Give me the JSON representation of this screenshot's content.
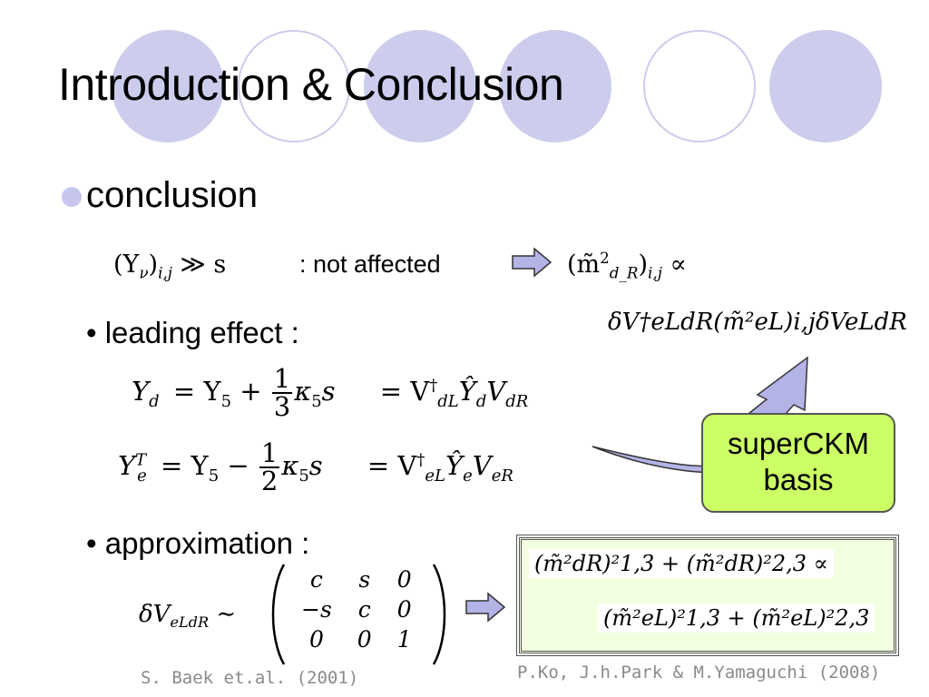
{
  "slide": {
    "title": "Introduction & Conclusion",
    "bullet": "conclusion",
    "line1": {
      "left_math": "(Y",
      "left_sub": "ν",
      "left_idx": "i,j",
      "left_rest": " ≫ s",
      "text": ": not affected",
      "right_math": "(m̃",
      "right_sup": "2",
      "right_sub": "d_R",
      "right_rest": ")",
      "right_idx": "i,j",
      "right_tail": " ∝"
    },
    "delta_line": "δV†eLdR(m̃²eL)i,jδVeLdR",
    "sub_bullet_1": "• leading effect :",
    "eq_yd": {
      "lhs": "Y",
      "lhs_sub": "d",
      "mid": "= Y",
      "mid_sub": "5",
      "plus": "+",
      "num": "1",
      "den": "3",
      "kappa": "κ",
      "kappa_sub": "5",
      "s": "s",
      "rhs": "= V",
      "rhs_sup": "†",
      "rhs_sub": "dL",
      "rhs_mid": "Ŷ",
      "rhs_mid_sub": "d",
      "rhs_end": "V",
      "rhs_end_sub": "dR"
    },
    "eq_ye": {
      "lhs": "Y",
      "lhs_sup": "T",
      "lhs_sub": "e",
      "mid": "= Y",
      "mid_sub": "5",
      "minus": "−",
      "num": "1",
      "den": "2",
      "kappa": "κ",
      "kappa_sub": "5",
      "s": "s",
      "rhs": "= V",
      "rhs_sup": "†",
      "rhs_sub": "eL",
      "rhs_mid": "Ŷ",
      "rhs_mid_sub": "e",
      "rhs_end": "V",
      "rhs_end_sub": "eR"
    },
    "callout": [
      "superCKM",
      "basis"
    ],
    "sub_bullet_2": "• approximation :",
    "matrix_lhs": "δV",
    "matrix_lhs_sub": "eLdR",
    "matrix_sim": "∼",
    "matrix": [
      [
        "c",
        "s",
        "0"
      ],
      [
        "−s",
        "c",
        "0"
      ],
      [
        "0",
        "0",
        "1"
      ]
    ],
    "box_line1": "(m̃²dR)²1,3 + (m̃²dR)²2,3 ∝",
    "box_line2": "(m̃²eL)²1,3 + (m̃²eL)²2,3",
    "ref_left": "S. Baek et.al. (2001)",
    "ref_right": "P.Ko, J.h.Park &  M.Yamaguchi (2008)"
  },
  "colors": {
    "decor": "#ccccec",
    "callout_bg": "#ccff66",
    "arrow": "#b3b3e6",
    "box_bg": "#f2ffe0",
    "ref_text": "#8a8a8a"
  }
}
